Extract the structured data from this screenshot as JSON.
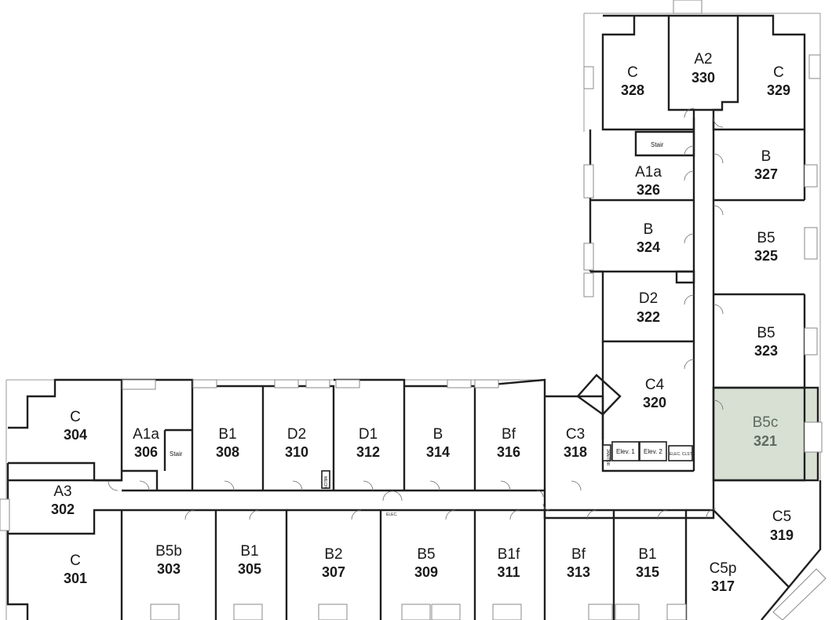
{
  "plan": {
    "highlight_color": "#d7e0d3",
    "highlighted_room": "321",
    "rooms": [
      {
        "id": "328",
        "type": "C",
        "number": "328"
      },
      {
        "id": "330",
        "type": "A2",
        "number": "330"
      },
      {
        "id": "329",
        "type": "C",
        "number": "329"
      },
      {
        "id": "326",
        "type": "A1a",
        "number": "326"
      },
      {
        "id": "327",
        "type": "B",
        "number": "327"
      },
      {
        "id": "324",
        "type": "B",
        "number": "324"
      },
      {
        "id": "325",
        "type": "B5",
        "number": "325"
      },
      {
        "id": "322",
        "type": "D2",
        "number": "322"
      },
      {
        "id": "323",
        "type": "B5",
        "number": "323"
      },
      {
        "id": "320",
        "type": "C4",
        "number": "320"
      },
      {
        "id": "321",
        "type": "B5c",
        "number": "321"
      },
      {
        "id": "319",
        "type": "C5",
        "number": "319"
      },
      {
        "id": "317",
        "type": "C5p",
        "number": "317"
      },
      {
        "id": "304",
        "type": "C",
        "number": "304"
      },
      {
        "id": "306",
        "type": "A1a",
        "number": "306"
      },
      {
        "id": "308",
        "type": "B1",
        "number": "308"
      },
      {
        "id": "310",
        "type": "D2",
        "number": "310"
      },
      {
        "id": "312",
        "type": "D1",
        "number": "312"
      },
      {
        "id": "314",
        "type": "B",
        "number": "314"
      },
      {
        "id": "316",
        "type": "Bf",
        "number": "316"
      },
      {
        "id": "318",
        "type": "C3",
        "number": "318"
      },
      {
        "id": "302",
        "type": "A3",
        "number": "302"
      },
      {
        "id": "301",
        "type": "C",
        "number": "301"
      },
      {
        "id": "303",
        "type": "B5b",
        "number": "303"
      },
      {
        "id": "305",
        "type": "B1",
        "number": "305"
      },
      {
        "id": "307",
        "type": "B2",
        "number": "307"
      },
      {
        "id": "309",
        "type": "B5",
        "number": "309"
      },
      {
        "id": "311",
        "type": "B1f",
        "number": "311"
      },
      {
        "id": "313",
        "type": "Bf",
        "number": "313"
      },
      {
        "id": "315",
        "type": "B1",
        "number": "315"
      }
    ],
    "utilities": {
      "stair_north": "Stair",
      "stair_west": "Stair",
      "elev1": "Elev. 1",
      "elev2": "Elev. 2",
      "elec_closet": "ELEC. CLST.",
      "elec": "ELEC.",
      "mech": "MECH.",
      "janitor": "JANITOR"
    }
  }
}
